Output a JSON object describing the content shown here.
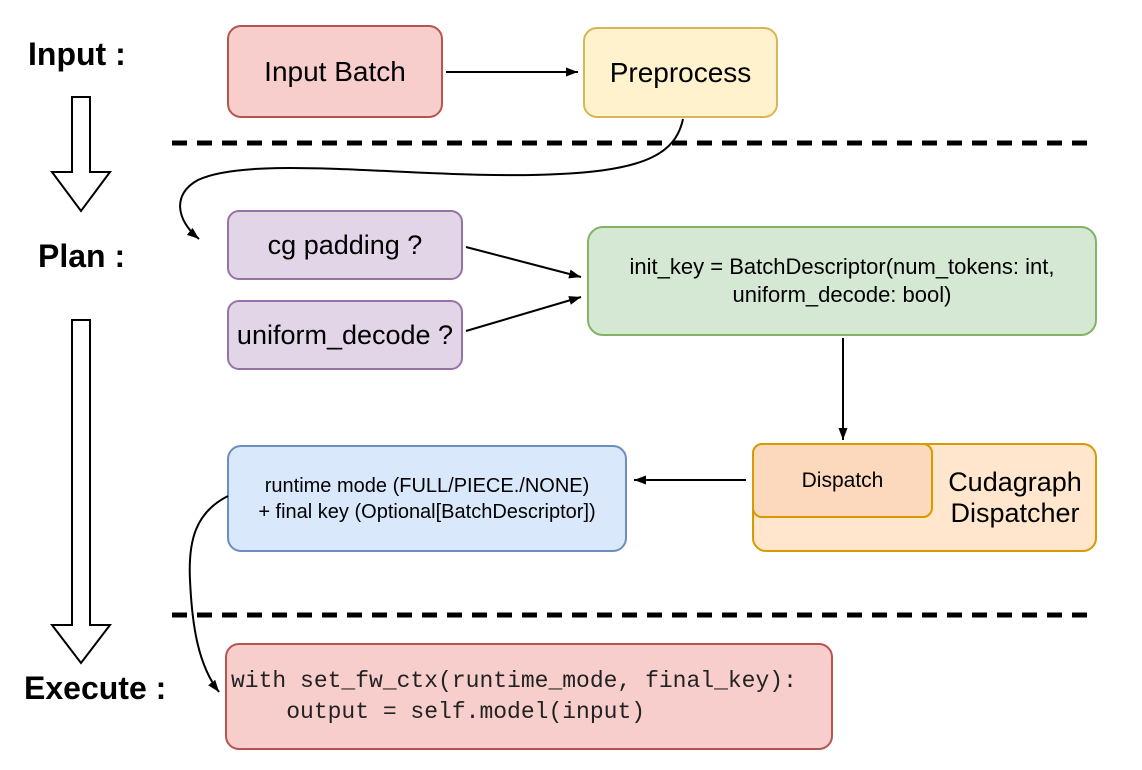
{
  "stages": {
    "input_label": "Input :",
    "plan_label": "Plan :",
    "execute_label": "Execute :"
  },
  "nodes": {
    "input_batch": {
      "label": "Input Batch"
    },
    "preprocess": {
      "label": "Preprocess"
    },
    "cg_padding": {
      "label": "cg padding ?"
    },
    "uniform_decode": {
      "label": "uniform_decode ?"
    },
    "init_key": {
      "line1": "init_key = BatchDescriptor(num_tokens: int,",
      "line2": "uniform_decode: bool)"
    },
    "dispatch": {
      "label": "Dispatch"
    },
    "cudagraph_dispatcher": {
      "line1": "Cudagraph",
      "line2": "Dispatcher"
    },
    "runtime_mode": {
      "line1": "runtime mode (FULL/PIECE./NONE)",
      "line2": "+ final key (Optional[BatchDescriptor])"
    },
    "execute_code": {
      "line1": "with set_fw_ctx(runtime_mode, final_key):",
      "line2": "    output = self.model(input)"
    }
  },
  "colors": {
    "red_fill": "#F8CECC",
    "red_stroke": "#B85450",
    "yellow_fill": "#FFF2CC",
    "yellow_stroke": "#D6B656",
    "purple_fill": "#E1D5E7",
    "purple_stroke": "#9673A6",
    "green_fill": "#D5E8D4",
    "green_stroke": "#82B366",
    "orange_fill": "#FFE6CC",
    "orange_stroke": "#D79B00",
    "orange_inner_fill": "#FCD8BC",
    "blue_fill": "#DAE8FC",
    "blue_stroke": "#6C8EBF",
    "connector": "#000000"
  }
}
